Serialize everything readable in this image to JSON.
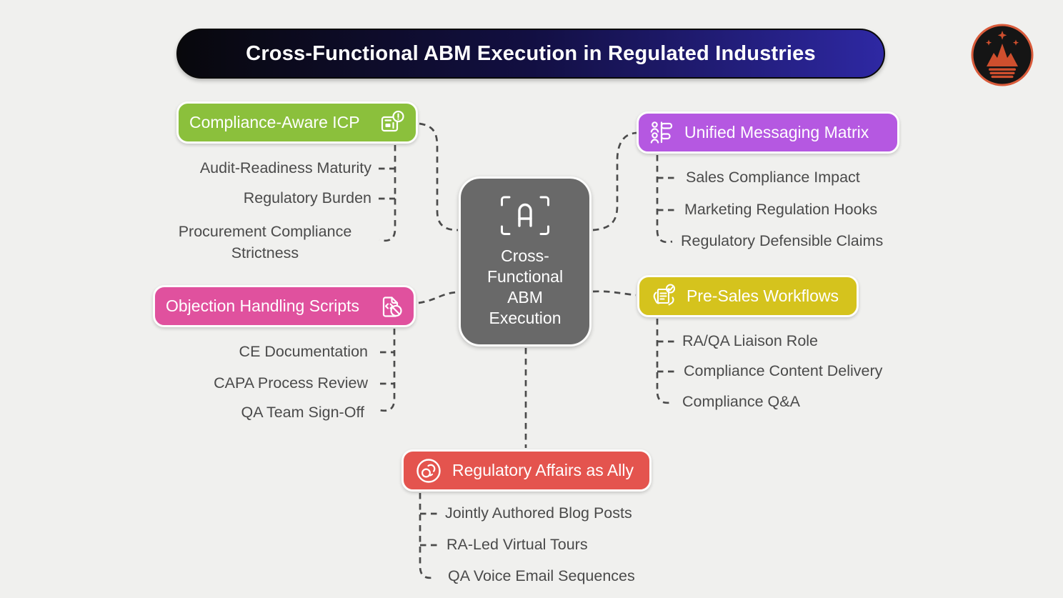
{
  "page": {
    "background_color": "#f0f0ee",
    "connector_color": "#4b4b4b"
  },
  "title_bar": {
    "text": "Cross-Functional ABM Execution in Regulated Industries",
    "text_color": "#ffffff",
    "bg_gradient_from": "#08080c",
    "bg_gradient_to": "#2e28a3"
  },
  "logo": {
    "name": "crown-mountains-logo",
    "ring_color": "#d95b3b",
    "bg_color": "#151515",
    "art_color": "#cf4f2e"
  },
  "center_node": {
    "label": "Cross-Functional ABM Execution",
    "color": "#696969",
    "icon": "scan-a-icon"
  },
  "branches": [
    {
      "label": "Compliance-Aware ICP",
      "color": "#8bc03c",
      "icon": "id-card-alert-icon",
      "children": [
        "Audit-Readiness Maturity",
        "Regulatory Burden",
        "Procurement Compliance Strictness"
      ]
    },
    {
      "label": "Objection Handling Scripts",
      "color": "#e0519e",
      "icon": "document-code-blocked-icon",
      "children": [
        "CE Documentation",
        "CAPA Process Review",
        "QA Team Sign-Off"
      ]
    },
    {
      "label": "Unified Messaging Matrix",
      "color": "#b558e1",
      "icon": "people-list-icon",
      "children": [
        "Sales Compliance Impact",
        "Marketing Regulation Hooks",
        "Regulatory Defensible Claims"
      ]
    },
    {
      "label": "Pre-Sales Workflows",
      "color": "#d5c31d",
      "icon": "document-check-hands-icon",
      "children": [
        "RA/QA Liaison Role",
        "Compliance Content Delivery",
        "Compliance Q&A"
      ]
    },
    {
      "label": "Regulatory Affairs as Ally",
      "color": "#e4544e",
      "icon": "linked-rings-icon",
      "children": [
        "Jointly Authored Blog Posts",
        "RA-Led Virtual Tours",
        "QA Voice Email Sequences"
      ]
    }
  ]
}
